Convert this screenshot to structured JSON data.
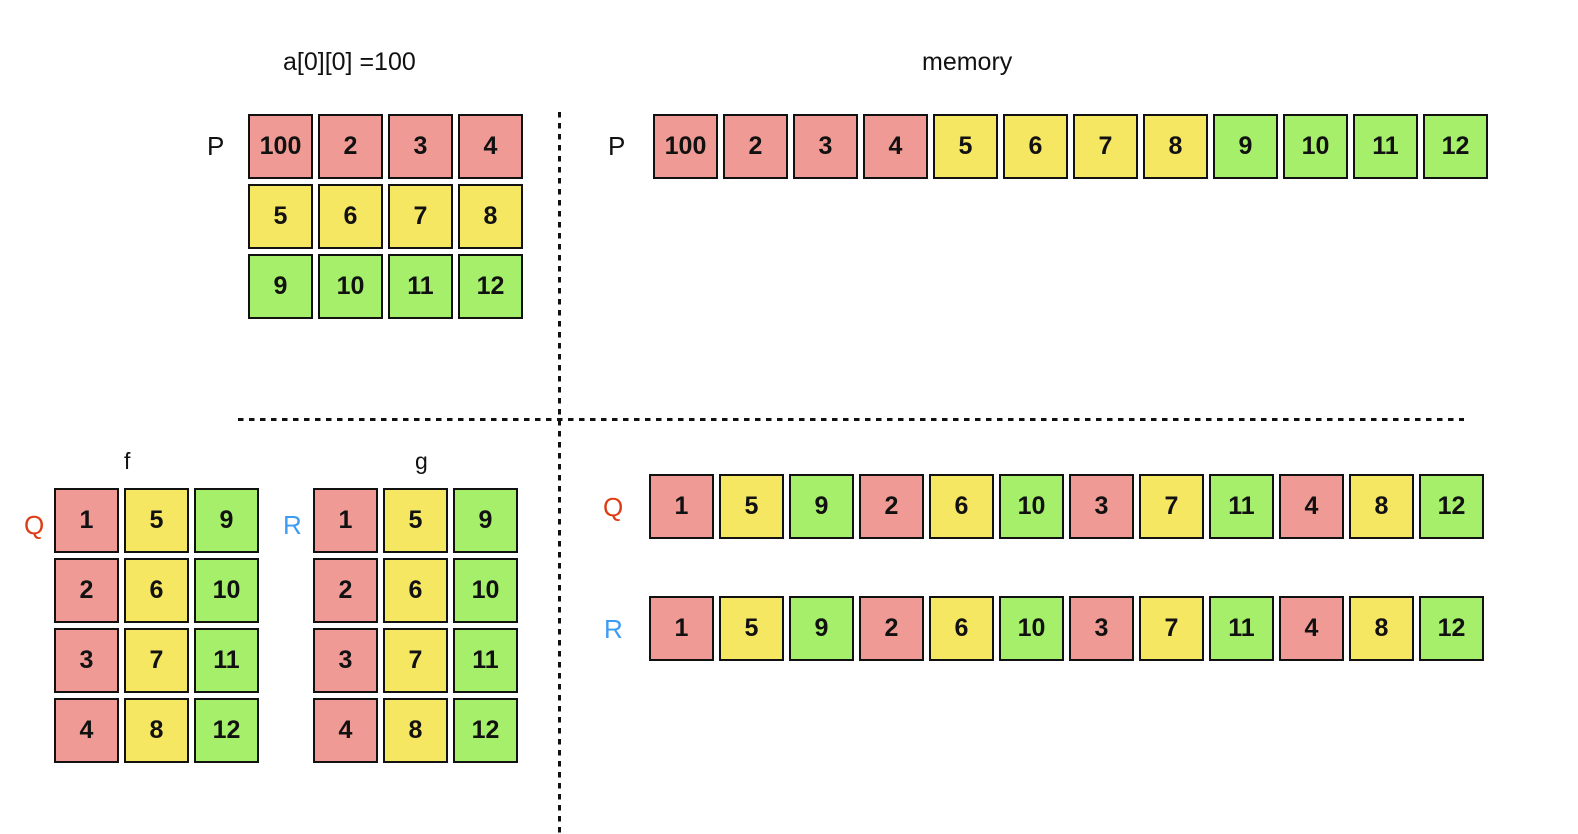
{
  "diagram": {
    "titles": {
      "left_top": "a[0][0] =100",
      "right_top": "memory",
      "grid_f": "f",
      "grid_g": "g"
    },
    "pointers": {
      "p_grid": "P",
      "p_memory": "P",
      "q_grid": "Q",
      "r_grid": "R",
      "q_memory": "Q",
      "r_memory": "R"
    },
    "colors": {
      "red": "#ef9a94",
      "yellow": "#f6e762",
      "green": "#a6ef6b",
      "q_label": "#dd3d14",
      "r_label": "#3c9cf5",
      "border": "#111111"
    },
    "grid_p": {
      "rows": [
        {
          "color": "red",
          "values": [
            "100",
            "2",
            "3",
            "4"
          ]
        },
        {
          "color": "yellow",
          "values": [
            "5",
            "6",
            "7",
            "8"
          ]
        },
        {
          "color": "green",
          "values": [
            "9",
            "10",
            "11",
            "12"
          ]
        }
      ]
    },
    "grid_f": {
      "rows": [
        {
          "values": [
            "1",
            "5",
            "9"
          ],
          "colors": [
            "red",
            "yellow",
            "green"
          ]
        },
        {
          "values": [
            "2",
            "6",
            "10"
          ],
          "colors": [
            "red",
            "yellow",
            "green"
          ]
        },
        {
          "values": [
            "3",
            "7",
            "11"
          ],
          "colors": [
            "red",
            "yellow",
            "green"
          ]
        },
        {
          "values": [
            "4",
            "8",
            "12"
          ],
          "colors": [
            "red",
            "yellow",
            "green"
          ]
        }
      ]
    },
    "grid_g": {
      "rows": [
        {
          "values": [
            "1",
            "5",
            "9"
          ],
          "colors": [
            "red",
            "yellow",
            "green"
          ]
        },
        {
          "values": [
            "2",
            "6",
            "10"
          ],
          "colors": [
            "red",
            "yellow",
            "green"
          ]
        },
        {
          "values": [
            "3",
            "7",
            "11"
          ],
          "colors": [
            "red",
            "yellow",
            "green"
          ]
        },
        {
          "values": [
            "4",
            "8",
            "12"
          ],
          "colors": [
            "red",
            "yellow",
            "green"
          ]
        }
      ]
    },
    "memory_p": {
      "values": [
        "100",
        "2",
        "3",
        "4",
        "5",
        "6",
        "7",
        "8",
        "9",
        "10",
        "11",
        "12"
      ],
      "colors": [
        "red",
        "red",
        "red",
        "red",
        "yellow",
        "yellow",
        "yellow",
        "yellow",
        "green",
        "green",
        "green",
        "green"
      ]
    },
    "memory_q": {
      "values": [
        "1",
        "5",
        "9",
        "2",
        "6",
        "10",
        "3",
        "7",
        "11",
        "4",
        "8",
        "12"
      ],
      "colors": [
        "red",
        "yellow",
        "green",
        "red",
        "yellow",
        "green",
        "red",
        "yellow",
        "green",
        "red",
        "yellow",
        "green"
      ]
    },
    "memory_r": {
      "values": [
        "1",
        "5",
        "9",
        "2",
        "6",
        "10",
        "3",
        "7",
        "11",
        "4",
        "8",
        "12"
      ],
      "colors": [
        "red",
        "yellow",
        "green",
        "red",
        "yellow",
        "green",
        "red",
        "yellow",
        "green",
        "red",
        "yellow",
        "green"
      ]
    }
  }
}
